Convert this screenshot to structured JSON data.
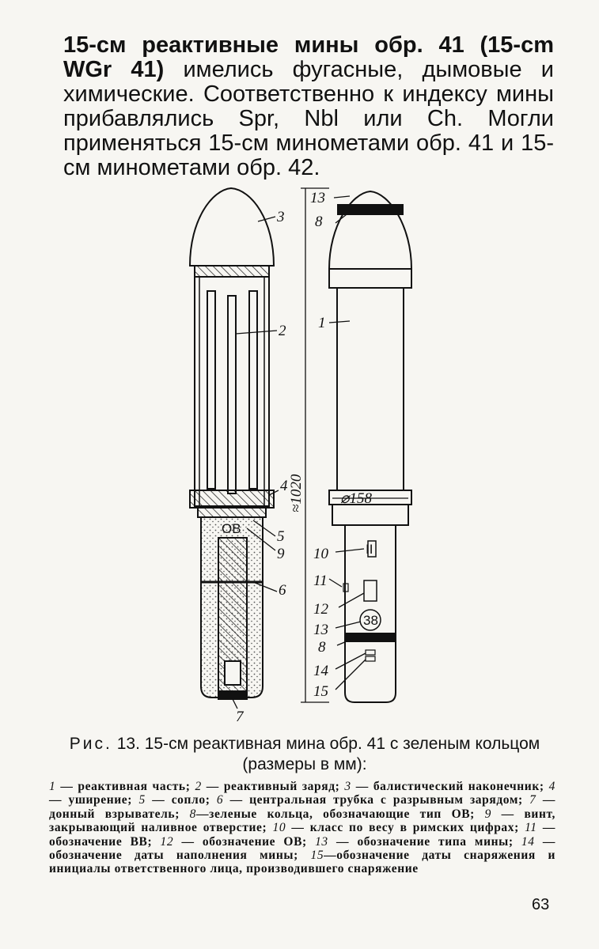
{
  "intro": {
    "lead": "15-см реактивные мины обр. 41 (15-cm WGr 41)",
    "rest": "имелись фугасные, дымовые и химические. Соответственно к индексу мины прибавлялись Spr, Nbl или Ch. Могли применяться 15-см минометами обр. 41 и 15-см минометами обр. 42."
  },
  "figure": {
    "labels": {
      "l1": "1",
      "l2": "2",
      "l3": "3",
      "l4": "4",
      "l5": "5",
      "l6": "6",
      "l7": "7",
      "l8a": "8",
      "l8b": "8",
      "l9": "9",
      "l10": "10",
      "l11": "11",
      "l12": "12",
      "l13a": "13",
      "l13b": "13",
      "l14": "14",
      "l15": "15"
    },
    "ob_mark": "OB",
    "roman_mark": "II",
    "circle_mark": "38",
    "dim_length": "≈1020",
    "dim_diameter": "⌀158",
    "colors": {
      "ink": "#111111",
      "paper": "#f7f6f2",
      "stipple": "#555555"
    }
  },
  "caption": {
    "prefix": "Рис.",
    "text": "13. 15-см реактивная мина обр. 41 с зеленым кольцом (размеры в мм):"
  },
  "legend": {
    "items": [
      {
        "n": "1",
        "t": "реактивная часть;"
      },
      {
        "n": "2",
        "t": "реактивный заряд;"
      },
      {
        "n": "3",
        "t": "балистический наконечник;"
      },
      {
        "n": "4",
        "t": "уширение;"
      },
      {
        "n": "5",
        "t": "сопло;"
      },
      {
        "n": "6",
        "t": "центральная трубка с разрывным зарядом;"
      },
      {
        "n": "7",
        "t": "донный взрыватель;"
      },
      {
        "n": "8",
        "t": "зеленые кольца, обозначающие тип ОВ;"
      },
      {
        "n": "9",
        "t": "винт, закрывающий наливное отверстие;"
      },
      {
        "n": "10",
        "t": "класс по весу в римских цифрах;"
      },
      {
        "n": "11",
        "t": "обозначение ВВ;"
      },
      {
        "n": "12",
        "t": "обозначение ОВ;"
      },
      {
        "n": "13",
        "t": "обозначение типа мины;"
      },
      {
        "n": "14",
        "t": "обозначение даты наполнения мины;"
      },
      {
        "n": "15",
        "t": "обозначение даты снаряжения и инициалы ответственного лица, производившего снаряжение"
      }
    ]
  },
  "page_number": "63"
}
